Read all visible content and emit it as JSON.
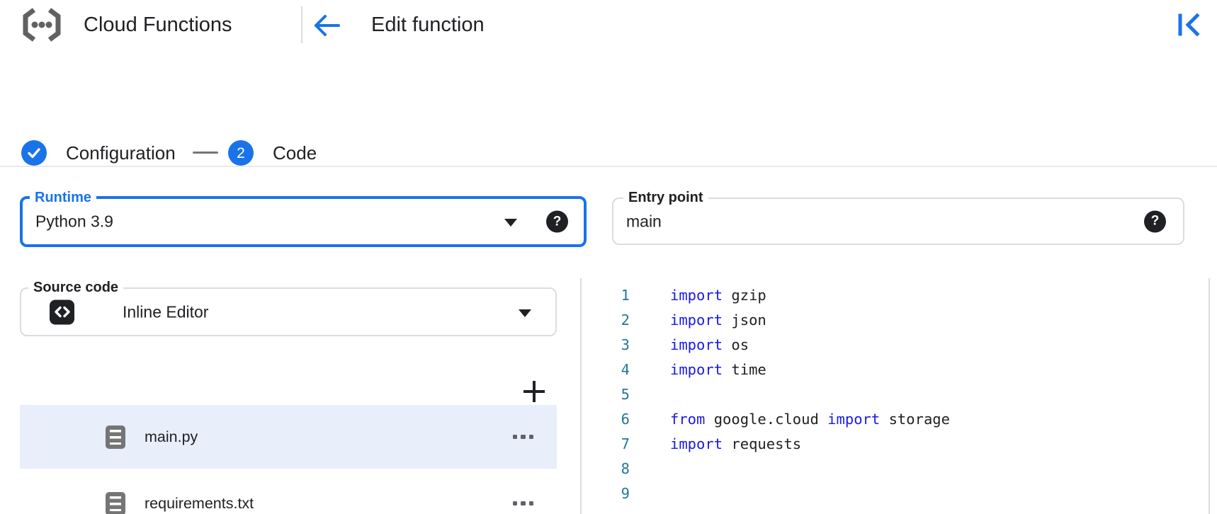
{
  "header": {
    "product_name": "Cloud Functions",
    "page_title": "Edit function"
  },
  "stepper": {
    "steps": [
      {
        "label": "Configuration",
        "status": "completed"
      },
      {
        "label": "Code",
        "number": "2",
        "status": "active"
      }
    ]
  },
  "form": {
    "runtime": {
      "label": "Runtime",
      "value": "Python 3.9",
      "focused": true,
      "help_icon": "?"
    },
    "entry_point": {
      "label": "Entry point",
      "value": "main",
      "help_icon": "?"
    },
    "source_code": {
      "label": "Source code",
      "value": "Inline Editor"
    }
  },
  "file_tree": {
    "files": [
      {
        "name": "main.py",
        "selected": true
      },
      {
        "name": "requirements.txt",
        "selected": false
      }
    ]
  },
  "editor": {
    "language": "python",
    "lines": [
      {
        "num": "1",
        "segments": [
          {
            "text": "import",
            "type": "keyword"
          },
          {
            "text": " gzip",
            "type": "plain"
          }
        ]
      },
      {
        "num": "2",
        "segments": [
          {
            "text": "import",
            "type": "keyword"
          },
          {
            "text": " json",
            "type": "plain"
          }
        ]
      },
      {
        "num": "3",
        "segments": [
          {
            "text": "import",
            "type": "keyword"
          },
          {
            "text": " os",
            "type": "plain"
          }
        ]
      },
      {
        "num": "4",
        "segments": [
          {
            "text": "import",
            "type": "keyword"
          },
          {
            "text": " time",
            "type": "plain"
          }
        ]
      },
      {
        "num": "5",
        "segments": []
      },
      {
        "num": "6",
        "segments": [
          {
            "text": "from",
            "type": "keyword"
          },
          {
            "text": " google.cloud ",
            "type": "plain"
          },
          {
            "text": "import",
            "type": "keyword"
          },
          {
            "text": " storage",
            "type": "plain"
          }
        ]
      },
      {
        "num": "7",
        "segments": [
          {
            "text": "import",
            "type": "keyword"
          },
          {
            "text": " requests",
            "type": "plain"
          }
        ]
      },
      {
        "num": "8",
        "segments": []
      },
      {
        "num": "9",
        "segments": []
      }
    ]
  },
  "colors": {
    "accent": "#1a73e8",
    "keyword": "#1a1ae6",
    "line_number": "#237893",
    "selected_row_bg": "#e8eefa",
    "text": "#202124",
    "border": "#dadce0"
  }
}
